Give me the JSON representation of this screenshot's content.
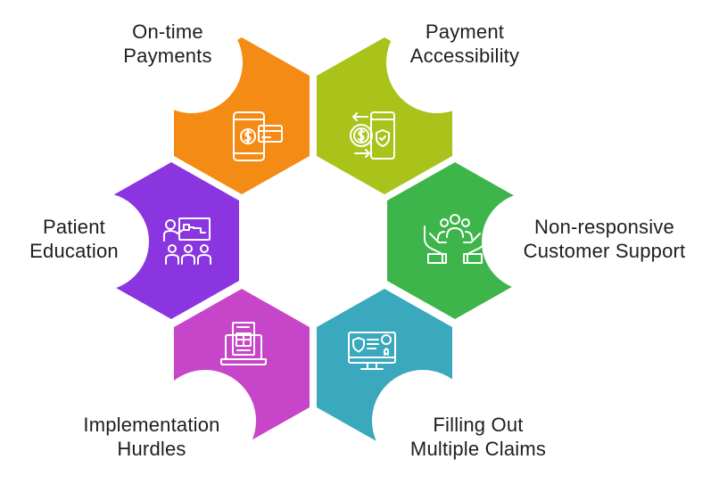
{
  "items": [
    {
      "lines": [
        "On-time",
        "Payments"
      ],
      "color": "#f48b15",
      "icon": "mobile-payment-icon"
    },
    {
      "lines": [
        "Payment",
        "Accessibility"
      ],
      "color": "#a9c31a",
      "icon": "secure-transfer-icon"
    },
    {
      "lines": [
        "Non-responsive",
        "Customer Support"
      ],
      "color": "#3db54a",
      "icon": "hands-support-icon"
    },
    {
      "lines": [
        "Filling Out",
        "Multiple Claims"
      ],
      "color": "#3aa8bd",
      "icon": "monitor-claims-icon"
    },
    {
      "lines": [
        "Implementation",
        "Hurdles"
      ],
      "color": "#c745c8",
      "icon": "laptop-document-icon"
    },
    {
      "lines": [
        "Patient",
        "Education"
      ],
      "color": "#8a35e0",
      "icon": "classroom-presentation-icon"
    }
  ]
}
